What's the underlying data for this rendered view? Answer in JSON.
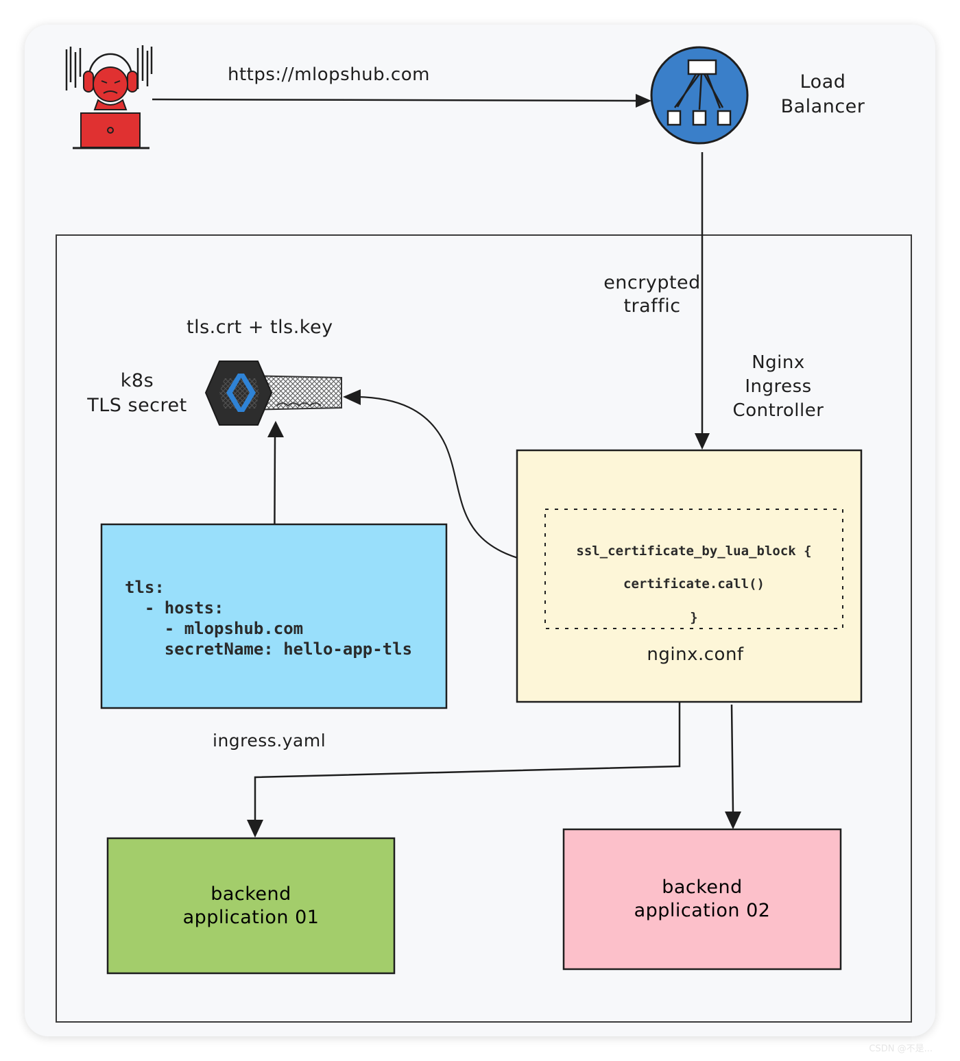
{
  "url_label": "https://mlopshub.com",
  "load_balancer": {
    "line1": "Load",
    "line2": "Balancer"
  },
  "encrypted": {
    "line1": "encrypted",
    "line2": "traffic"
  },
  "controller": {
    "line1": "Nginx",
    "line2": "Ingress",
    "line3": "Controller"
  },
  "secret": {
    "files": "tls.crt + tls.key",
    "line1": "k8s",
    "line2": "TLS secret"
  },
  "ingress_yaml": {
    "lines": [
      "tls:",
      "  - hosts:",
      "    - mlopshub.com",
      "    secretName: hello-app-tls"
    ],
    "filename": "ingress.yaml",
    "color": "#99dffb"
  },
  "nginx_conf": {
    "lines": [
      "ssl_certificate_by_lua_block {",
      "certificate.call()",
      "}"
    ],
    "filename": "nginx.conf",
    "color": "#fdf6d8"
  },
  "backend1": {
    "line1": "backend",
    "line2": "application 01",
    "color": "#a3cd6b"
  },
  "backend2": {
    "line1": "backend",
    "line2": "application 02",
    "color": "#fcc0ca"
  },
  "icons": [
    "user-laptop-icon",
    "load-balancer-icon",
    "key-icon"
  ],
  "accent_colors": {
    "user": "#e03131",
    "load_balancer": "#3a7fc9"
  },
  "watermark": "CSDN @不是..."
}
